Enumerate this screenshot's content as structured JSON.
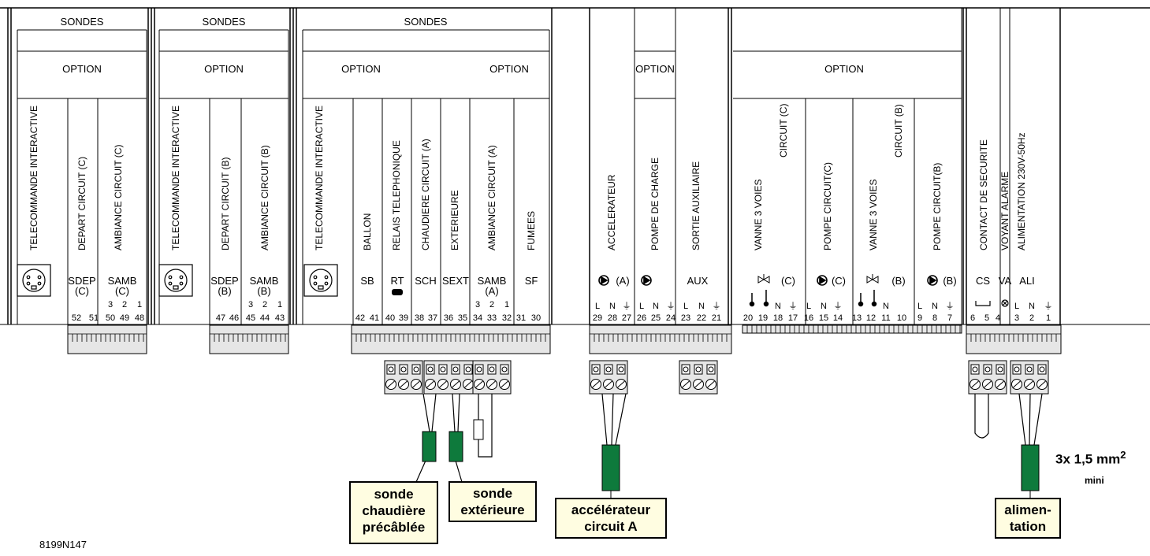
{
  "header": {
    "sondes": "SONDES",
    "option": "OPTION"
  },
  "panels": {
    "p1": {
      "items": [
        "TELECOMMANDE INTERACTIVE",
        "DEPART     CIRCUIT (C)",
        "AMBIANCE    CIRCUIT (C)"
      ],
      "codes": [
        "SDEP",
        "(C)",
        "SAMB",
        "(C)"
      ],
      "pins": [
        "52",
        "51",
        "50",
        "49",
        "48"
      ],
      "pin_labels": [
        "3",
        "2",
        "1"
      ]
    },
    "p2": {
      "items": [
        "TELECOMMANDE INTERACTIVE",
        "DEPART     CIRCUIT (B)",
        "AMBIANCE    CIRCUIT (B)"
      ],
      "codes": [
        "SDEP",
        "(B)",
        "SAMB",
        "(B)"
      ],
      "pins": [
        "47",
        "46",
        "45",
        "44",
        "43"
      ],
      "pin_labels": [
        "3",
        "2",
        "1"
      ]
    },
    "p3": {
      "items": [
        "TELECOMMANDE INTERACTIVE",
        "BALLON",
        "RELAIS TELEPHONIQUE",
        "CHAUDIERE CIRCUIT (A)",
        "EXTERIEURE",
        "AMBIANCE   CIRCUIT (A)",
        "FUMEES"
      ],
      "codes": [
        "SB",
        "RT",
        "SCH",
        "SEXT",
        "SAMB",
        "(A)",
        "SF"
      ],
      "pins": [
        "42",
        "41",
        "40",
        "39",
        "38",
        "37",
        "36",
        "35",
        "34",
        "33",
        "32",
        "31",
        "30"
      ],
      "pin_labels": [
        "3",
        "2",
        "1"
      ]
    },
    "p4": {
      "items": [
        "ACCELERATEUR",
        "POMPE DE CHARGE",
        "SORTIE AUXILIAIRE"
      ],
      "codes": [
        "(A)",
        "AUX"
      ],
      "pins": [
        "29",
        "28",
        "27",
        "26",
        "25",
        "24",
        "23",
        "22",
        "21"
      ],
      "pin_labels": [
        "L",
        "N",
        "⏚"
      ]
    },
    "p5": {
      "items": [
        "VANNE 3 VOIES",
        "CIRCUIT (C)",
        "POMPE CIRCUIT(C)",
        "VANNE 3 VOIES",
        "CIRCUIT (B)",
        "POMPE CIRCUIT(B)"
      ],
      "codes": [
        "(C)",
        "(C)",
        "(B)",
        "(B)"
      ],
      "pins": [
        "20",
        "19",
        "18",
        "17",
        "16",
        "15",
        "14",
        "13",
        "12",
        "11",
        "10",
        "9",
        "8",
        "7"
      ],
      "pin_labels": [
        "N",
        "⏚",
        "L",
        "N",
        "⏚",
        "N",
        "L",
        "N",
        "⏚"
      ]
    },
    "p6": {
      "items": [
        "CONTACT DE SECURITE",
        "VOYANT ALARME",
        "ALIMENTATION 230V-50Hz"
      ],
      "codes": [
        "CS",
        "VA",
        "ALI"
      ],
      "pins": [
        "6",
        "5",
        "4",
        "3",
        "2",
        "1"
      ],
      "pin_labels": [
        "L",
        "N",
        "⏚"
      ]
    }
  },
  "callouts": {
    "sonde_chaudiere": [
      "sonde",
      "chaudière",
      "précâblée"
    ],
    "sonde_exterieure": [
      "sonde",
      "extérieure"
    ],
    "accelerateur": [
      "accélérateur",
      "circuit A"
    ],
    "alimentation": [
      "alimen-",
      "tation"
    ]
  },
  "cable_spec": {
    "main": "3x 1,5 mm",
    "exp": "2",
    "sub": "mini"
  },
  "drawing_code": "8199N147",
  "colors": {
    "cable_green": "#0e7a3c",
    "label_bg": "#fffde1",
    "terminal_gray": "#e6e6e6"
  }
}
